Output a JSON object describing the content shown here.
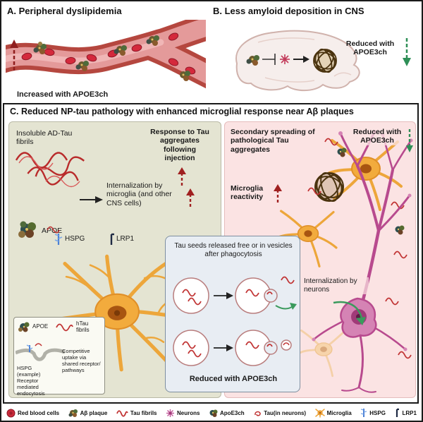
{
  "panelA": {
    "title": "A. Peripheral dyslipidemia",
    "caption": "Increased with APOE3ch"
  },
  "panelB": {
    "title": "B. Less amyloid deposition in CNS",
    "caption": "Reduced with APOE3ch"
  },
  "panelC": {
    "title": "C. Reduced NP-tau pathology with enhanced microglial response near Aβ plaques",
    "left": {
      "fibrils_label": "Insoluble AD-Tau fibrils",
      "response_label": "Response to Tau aggregates following injection",
      "internalization_label": "Internalization by microglia (and other CNS cells)",
      "apoe_label": "APOE",
      "hspg_label": "HSPG",
      "lrp1_label": "LRP1",
      "inset": {
        "apoe_label": "APOE",
        "htau_label": "hTau fibrils",
        "hspg_example_label": "HSPG (example)",
        "competitive_label": "Competitive uptake via shared receptor/ pathways",
        "receptor_label": "Receptor mediated endocytosis"
      }
    },
    "middle": {
      "seeds_label": "Tau seeds released free or in vesicles after phagocytosis",
      "reduced_label": "Reduced with APOE3ch"
    },
    "right": {
      "secondary_label": "Secondary spreading of pathological Tau aggregates",
      "reduced_label": "Reduced with APOE3ch",
      "microglia_label": "Microglia reactivity",
      "internalization_label": "Internalization by neurons"
    }
  },
  "legend": {
    "items": [
      {
        "label": "Red blood cells"
      },
      {
        "label": "Aβ plaque"
      },
      {
        "label": "Tau fibrils"
      },
      {
        "label": "Neurons"
      },
      {
        "label": "ApoE3ch"
      },
      {
        "label": "Tau(in neurons)"
      },
      {
        "label": "Microglia"
      },
      {
        "label": "HSPG"
      },
      {
        "label": "LRP1"
      }
    ]
  },
  "colors": {
    "tau_red": "#c13434",
    "microglia_orange": "#f2ab3d",
    "neuron_magenta": "#c2569a",
    "increase_red": "#9c1f1f",
    "decrease_green": "#2e8f57",
    "left_panel_bg": "#e4e4d2",
    "right_panel_bg": "#fbe3e3",
    "middle_box_bg": "#e8edf3"
  }
}
